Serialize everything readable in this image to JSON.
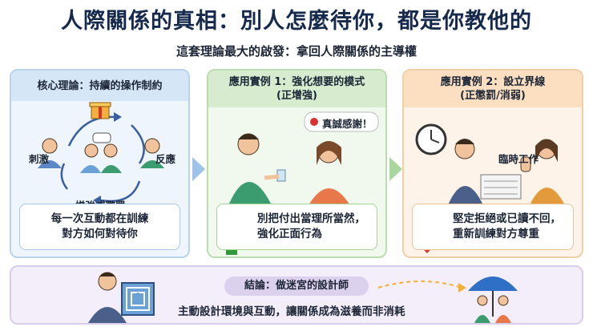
{
  "title": "人際關係的真相：別人怎麼待你，都是你教他的",
  "subtitle": "這套理論最大的啟發：拿回人際關係的主導權",
  "panel1": {
    "heading": "核心理論：持續的操作制約",
    "stimulus_label": "刺激",
    "response_label": "反應",
    "reinforce_label": "增強或懲罰",
    "note_line1": "每一次互動都在訓練",
    "note_line2": "對方如何對待你"
  },
  "panel2": {
    "heading_line1": "應用實例 1：強化想要的模式",
    "heading_line2": "(正增強)",
    "speech_bubble": "真誠感謝！",
    "note_line1": "別把付出當理所當然，",
    "note_line2": "強化正面行為",
    "badge_symbol": "+"
  },
  "panel3": {
    "heading_line1": "應用實例 2：設立界線",
    "heading_line2": "(正懲罰/消弱)",
    "paper_label": "臨時工作",
    "note_line1": "堅定拒絕或已讀不回，",
    "note_line2": "重新訓練對方尊重",
    "badge_symbol": "−"
  },
  "conclusion": {
    "heading": "結論：做迷宮的設計師",
    "text": "主動設計環境與互動，讓關係成為滋養而非消耗"
  },
  "colors": {
    "title": "#15294d",
    "panel1_bg": "#eef5fc",
    "panel2_bg": "#f1f8ee",
    "panel3_bg": "#fdf3e8",
    "conclusion_bg": "#f3eef9",
    "green_arrow": "#2e9a3a",
    "red_arrow": "#d9322e",
    "umbrella": "#2f6fc6"
  }
}
